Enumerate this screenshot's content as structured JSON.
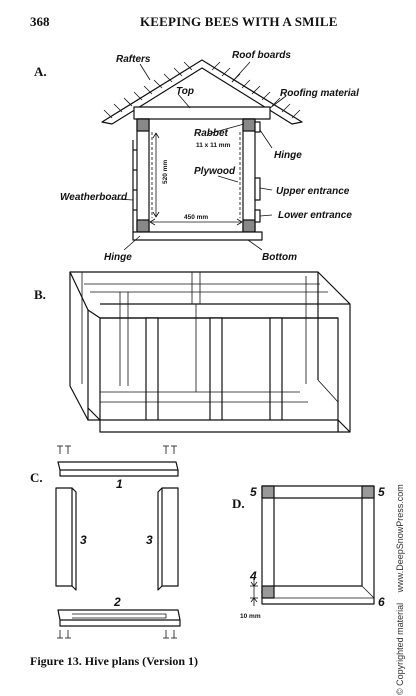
{
  "header": {
    "page_number": "368",
    "running_head": "KEEPING BEES WITH A SMILE"
  },
  "panels": {
    "a": {
      "letter": "A.",
      "labels": {
        "rafters": "Rafters",
        "roof_boards": "Roof boards",
        "top": "Top",
        "roofing_material": "Roofing material",
        "rabbet": "Rabbet",
        "rabbet_size": "11 x 11 mm",
        "hinge_right": "Hinge",
        "height_dim": "520 mm",
        "plywood": "Plywood",
        "upper_entrance": "Upper entrance",
        "weatherboard": "Weatherboard",
        "width_dim": "450 mm",
        "lower_entrance": "Lower entrance",
        "hinge_left": "Hinge",
        "bottom": "Bottom"
      }
    },
    "b": {
      "letter": "B."
    },
    "c": {
      "letter": "C.",
      "parts": {
        "top_piece": "1",
        "left_side": "3",
        "right_side": "3",
        "bottom_piece": "2"
      }
    },
    "d": {
      "letter": "D.",
      "corners": {
        "top_left": "5",
        "top_right": "5",
        "bottom_left": "4",
        "bottom_right": "6"
      },
      "dimension": "10 mm"
    }
  },
  "caption": "Figure 13.  Hive plans (Version 1)",
  "side_text": {
    "copyright": "© Copyrighted material",
    "site": "www.DeepSnowPress.com"
  }
}
